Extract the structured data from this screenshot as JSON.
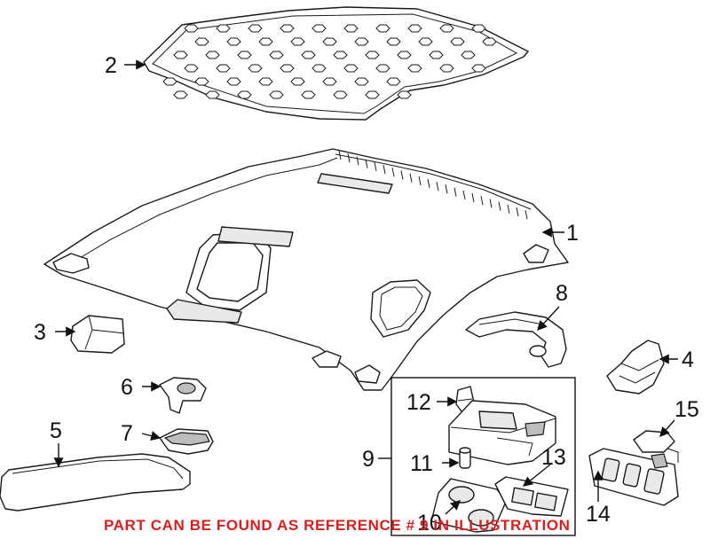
{
  "callouts": {
    "c1": "1",
    "c2": "2",
    "c3": "3",
    "c4": "4",
    "c5": "5",
    "c6": "6",
    "c7": "7",
    "c8": "8",
    "c9": "9",
    "c10": "10",
    "c11": "11",
    "c12": "12",
    "c13": "13",
    "c14": "14",
    "c15": "15"
  },
  "note": "PART CAN BE FOUND AS REFERENCE # 9 IN ILLUSTRATION",
  "colors": {
    "note": "#d42020",
    "line": "#1a1a1a",
    "fill_grey": "#e9e9e9"
  }
}
